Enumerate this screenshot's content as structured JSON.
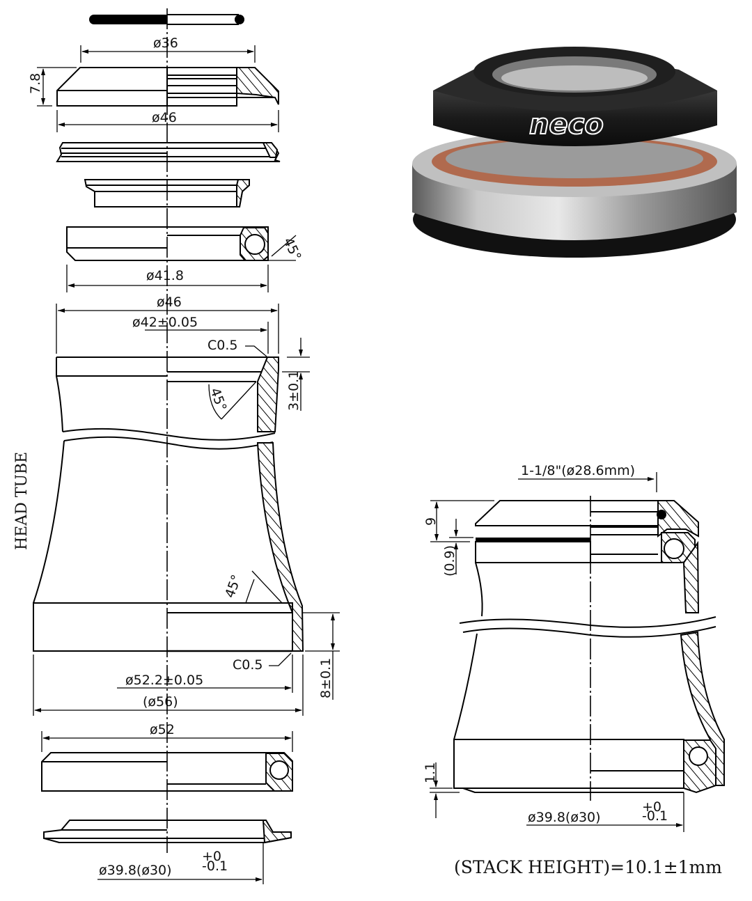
{
  "drawing": {
    "title": "Integrated headset technical drawing",
    "brand_logo": "neco",
    "left_exploded_view": {
      "side_label": "HEAD TUBE",
      "top_cap": {
        "outer_diameter": "ø36",
        "base_diameter": "ø46",
        "height": "7.8"
      },
      "upper_bearing": {
        "diameter": "ø41.8",
        "angle": "45°"
      },
      "upper_cup_seat": {
        "outer_diameter": "ø46",
        "bore_diameter": "ø42±0.05",
        "chamfer": "C0.5",
        "depth": "3±0.1",
        "angle": "45°"
      },
      "lower_cup_seat": {
        "outer_diameter": "(ø56)",
        "bore_diameter": "ø52.2±0.05",
        "chamfer": "C0.5",
        "depth": "8±0.1",
        "angle": "45°"
      },
      "lower_bearing": {
        "diameter": "ø52"
      },
      "crown_race": {
        "diameter": "ø39.8(ø30)",
        "tol_upper": "+0",
        "tol_lower": "-0.1"
      }
    },
    "right_assembled_view": {
      "steerer": "1-1/8\"(ø28.6mm)",
      "top_height": "9",
      "gap": "(0.9)",
      "bottom_gap": "1.1",
      "crown_race": {
        "diameter": "ø39.8(ø30)",
        "tol_upper": "+0",
        "tol_lower": "-0.1"
      },
      "stack_height": "(STACK HEIGHT)=10.1±1mm"
    }
  },
  "colors": {
    "line": "#000000",
    "background": "#ffffff",
    "product_black": "#1c1c1c",
    "product_silver": "#a9a9a9",
    "bearing_seal": "#b06a4e"
  }
}
